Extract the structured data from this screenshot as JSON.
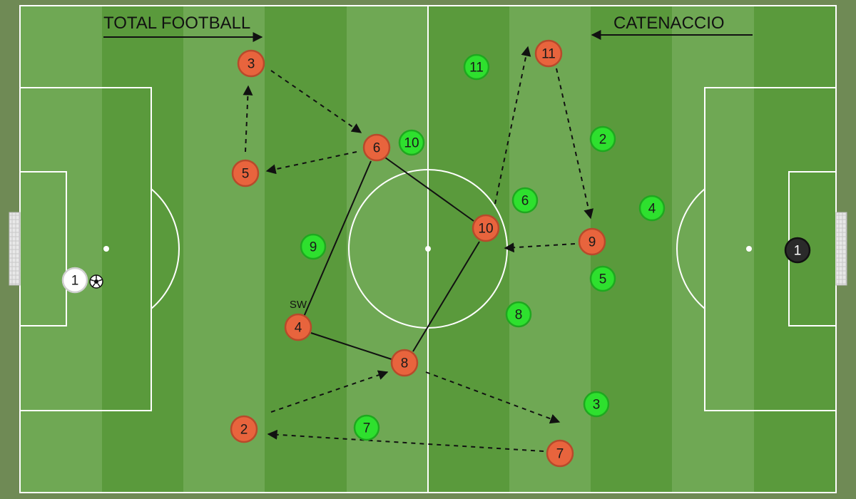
{
  "headers": {
    "left": "TOTAL FOOTBALL",
    "right": "CATENACCIO"
  },
  "colors": {
    "pitch_dark": "#5a9a3c",
    "pitch_light": "#6fa854",
    "pitch_line": "#ffffff",
    "border": "#6f8a55",
    "team_orange_fill": "#e8643d",
    "team_orange_stroke": "#b74a2b",
    "team_green_fill": "#2ee02e",
    "team_green_stroke": "#1fa81f",
    "keeper_white": "#ffffff",
    "keeper_dark": "#2a2a2a",
    "arrow": "#111111"
  },
  "players": {
    "orange": [
      {
        "number": "3"
      },
      {
        "number": "5"
      },
      {
        "number": "6"
      },
      {
        "number": "4",
        "tag": "SW"
      },
      {
        "number": "2"
      },
      {
        "number": "8"
      },
      {
        "number": "10"
      },
      {
        "number": "11"
      },
      {
        "number": "9"
      },
      {
        "number": "7"
      }
    ],
    "green": [
      {
        "number": "11"
      },
      {
        "number": "10"
      },
      {
        "number": "2"
      },
      {
        "number": "6"
      },
      {
        "number": "4"
      },
      {
        "number": "9"
      },
      {
        "number": "5"
      },
      {
        "number": "8"
      },
      {
        "number": "3"
      },
      {
        "number": "7"
      }
    ],
    "keepers": [
      {
        "number": "1",
        "team": "orange"
      },
      {
        "number": "1",
        "team": "green"
      }
    ]
  },
  "ball": {
    "icon": "soccer-ball-icon"
  }
}
